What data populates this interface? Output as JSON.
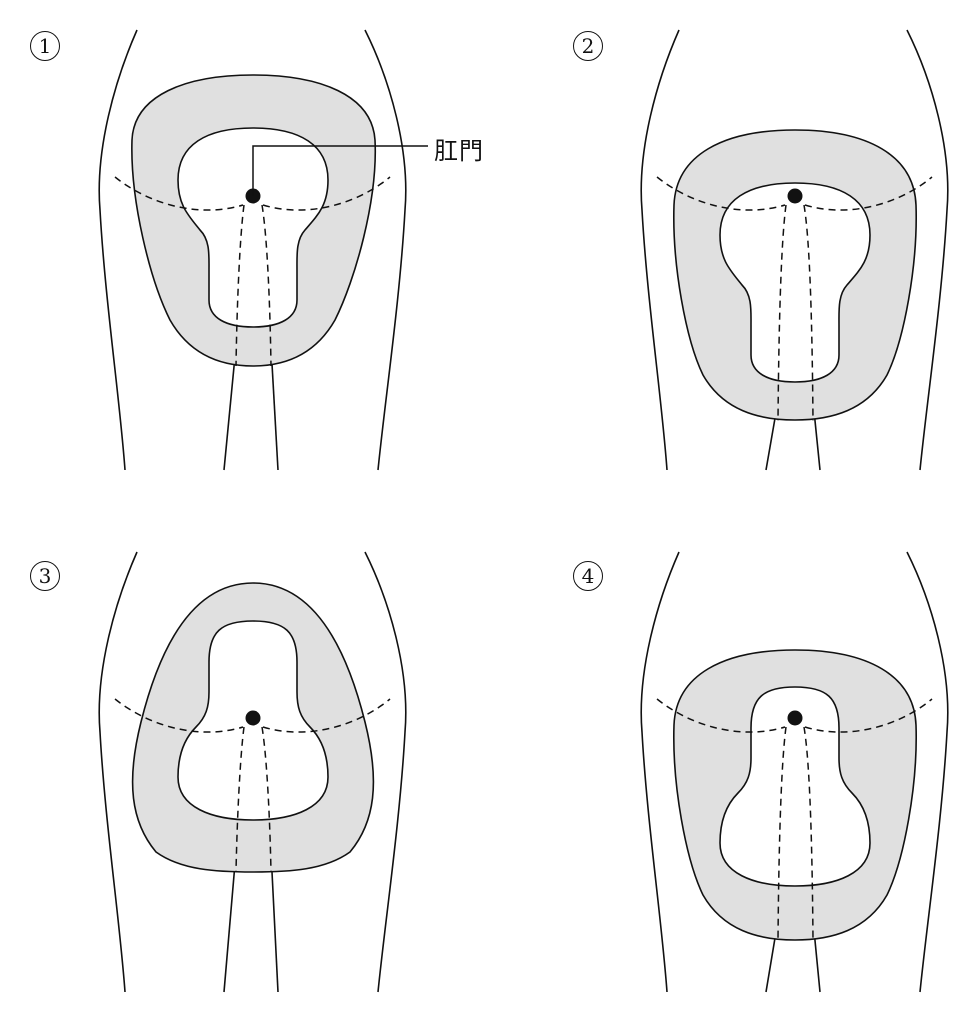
{
  "panels": [
    {
      "label": "1",
      "variant": "wide-top"
    },
    {
      "label": "2",
      "variant": "wide-top-low"
    },
    {
      "label": "3",
      "variant": "wide-bottom"
    },
    {
      "label": "4",
      "variant": "wide-bottom-low"
    }
  ],
  "annotation": {
    "anus_label": "肛門"
  },
  "colors": {
    "line": "#111111",
    "fill": "#e0e0e0",
    "background": "#ffffff"
  }
}
